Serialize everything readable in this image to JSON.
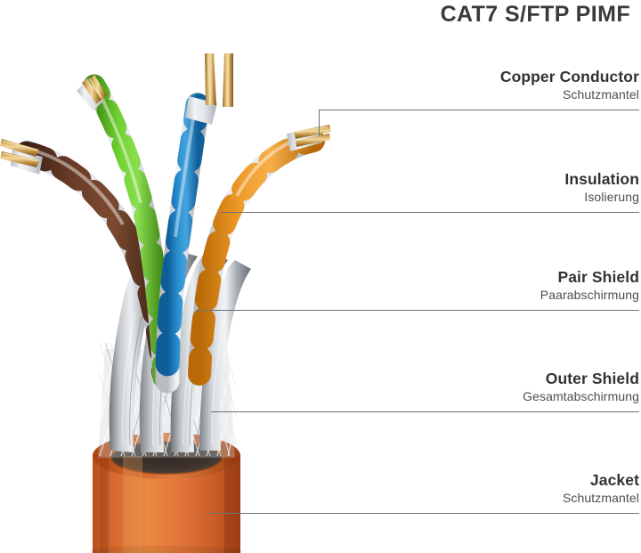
{
  "header": {
    "title": "CAT7 S/FTP PIMF"
  },
  "theme": {
    "title_color": "#3a3a3a",
    "label_color": "#333333",
    "sublabel_color": "#4d4d4d",
    "leader_line_color": "#6e7276",
    "jacket_orange": "#d9692f",
    "jacket_orange_light": "#e8853f",
    "jacket_orange_dark": "#b4491c",
    "copper": "#c79a4c",
    "copper_light": "#e3c07c",
    "shield_silver": "#b9bcc0",
    "shield_silver_dark": "#7e838a",
    "insulation_white": "#e9ecef",
    "pair_brown": "#5c3424",
    "pair_green": "#62c32b",
    "pair_blue": "#1f7fc4",
    "pair_orange": "#e8901f",
    "background": "#ffffff"
  },
  "callouts": [
    {
      "id": "copper-conductor",
      "en": "Copper Conductor",
      "de": "Schutzmantel"
    },
    {
      "id": "insulation",
      "en": "Insulation",
      "de": "Isolierung"
    },
    {
      "id": "pair-shield",
      "en": "Pair Shield",
      "de": "Paarabschirmung"
    },
    {
      "id": "outer-shield",
      "en": "Outer Shield",
      "de": "Gesamtabschirmung"
    },
    {
      "id": "jacket",
      "en": "Jacket",
      "de": "Schutzmantel"
    }
  ],
  "diagram": {
    "subject": "cat7-network-cable-cutaway",
    "pairs": [
      {
        "name": "brown-white-pair",
        "color": "#5c3424"
      },
      {
        "name": "green-white-pair",
        "color": "#62c32b"
      },
      {
        "name": "blue-white-pair",
        "color": "#1f7fc4"
      },
      {
        "name": "orange-white-pair",
        "color": "#e8901f"
      }
    ],
    "layers": [
      "copper-conductor",
      "insulation",
      "pair-shield",
      "outer-shield",
      "jacket"
    ]
  }
}
